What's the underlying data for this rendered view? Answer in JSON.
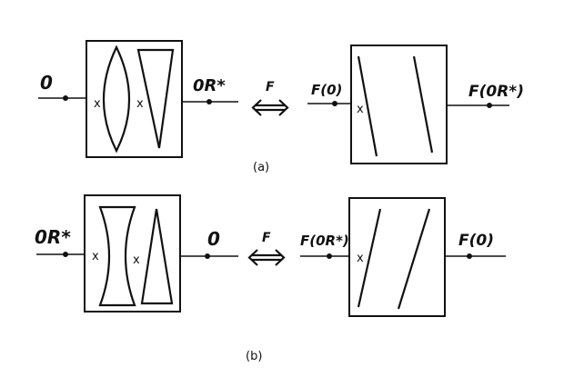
{
  "row_a": {
    "input_label": "0",
    "output_label": "0R*",
    "transform_label": "F",
    "hologram_input_label": "F(0)",
    "hologram_output_label": "F(0R*)",
    "caption": "(a)"
  },
  "row_b": {
    "input_label": "0R*",
    "output_label": "0",
    "transform_label": "F",
    "hologram_input_label": "F(0R*)",
    "hologram_output_label": "F(0)",
    "caption": "(b)"
  },
  "marker_symbol": "x"
}
